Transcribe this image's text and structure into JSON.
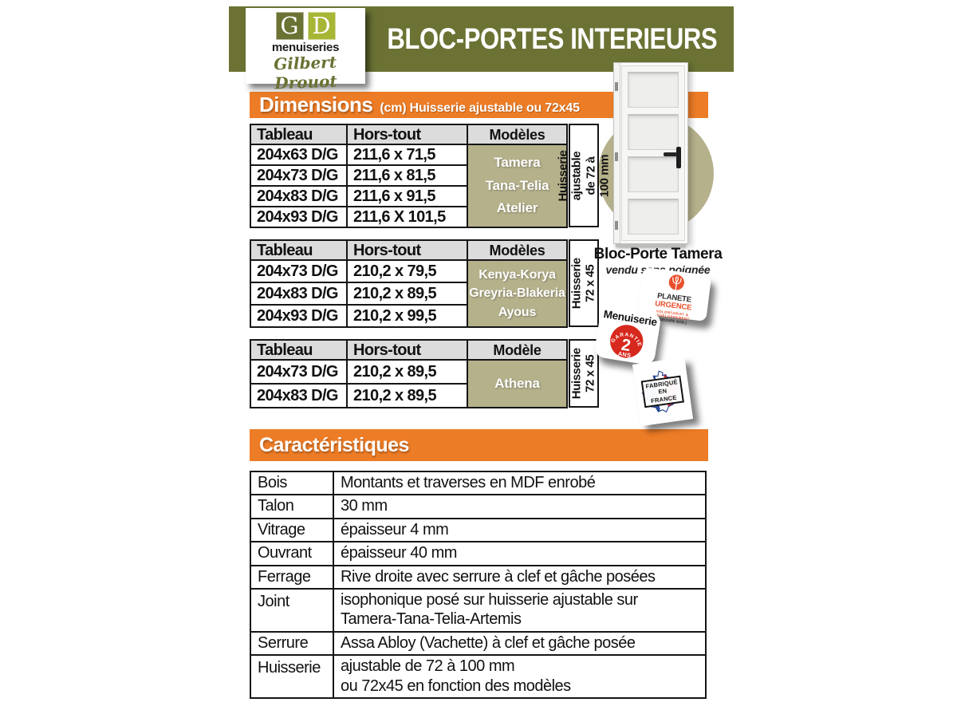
{
  "colors": {
    "olive": "#6b7233",
    "light_green": "#a7b635",
    "orange": "#ed7c26",
    "khaki": "#b5b18b",
    "table_header_gray": "#dcdcdc",
    "badge_red": "#d7281d",
    "france_blue": "#2b4ea2"
  },
  "header": {
    "title": "BLOC-PORTES INTERIEURS",
    "logo": {
      "initial_g": "G",
      "initial_d": "D",
      "subtitle": "menuiseries",
      "signature": "Gilbert Drouot"
    }
  },
  "dimensions": {
    "title": "Dimensions",
    "subtitle": "(cm) Huisserie ajustable ou 72x45",
    "tables": [
      {
        "columns": [
          "Tableau",
          "Hors-tout",
          "Modèles"
        ],
        "rows": [
          [
            "204x63 D/G",
            "211,6 x 71,5"
          ],
          [
            "204x73 D/G",
            "211,6 x 81,5"
          ],
          [
            "204x83 D/G",
            "211,6 x 91,5"
          ],
          [
            "204x93 D/G",
            "211,6 X 101,5"
          ]
        ],
        "models": "Tamera\nTana-Telia\nAtelier",
        "side_label": "Huisserie ajustable\nde 72 à 100 mm"
      },
      {
        "columns": [
          "Tableau",
          "Hors-tout",
          "Modèles"
        ],
        "rows": [
          [
            "204x73 D/G",
            "210,2 x 79,5"
          ],
          [
            "204x83 D/G",
            "210,2 x 89,5"
          ],
          [
            "204x93 D/G",
            "210,2 x 99,5"
          ]
        ],
        "models": "Kenya-Korya\nGreyria-Blakeria\nAyous",
        "side_label": "Huisserie\n72 x 45"
      },
      {
        "columns": [
          "Tableau",
          "Hors-tout",
          "Modèle"
        ],
        "rows": [
          [
            "204x73 D/G",
            "210,2 x 89,5"
          ],
          [
            "204x83 D/G",
            "210,2 x 89,5"
          ]
        ],
        "models": "Athena",
        "side_label": "Huisserie\n72 x 45"
      }
    ]
  },
  "door": {
    "caption_title": "Bloc-Porte Tamera",
    "caption_sub": "vendu sans poignée"
  },
  "badges": {
    "planete": {
      "name1": "PLANETE",
      "name2": "URGENCE",
      "tagline": "VOLONTARIAT & DÉVELOPPEMENT",
      "group": "( GROUPE SOS )"
    },
    "garantie": {
      "title": "Menuiserie",
      "arc": "GARANTIE",
      "number": "2",
      "unit": "ANS"
    },
    "france": {
      "label": "FABRIQUÉ\nEN FRANCE"
    }
  },
  "caracteristiques": {
    "title": "Caractéristiques",
    "rows": [
      {
        "label": "Bois",
        "value": "Montants et traverses en MDF enrobé"
      },
      {
        "label": "Talon",
        "value": "30 mm"
      },
      {
        "label": "Vitrage",
        "value": "épaisseur 4 mm"
      },
      {
        "label": "Ouvrant",
        "value": "épaisseur 40 mm"
      },
      {
        "label": "Ferrage",
        "value": "Rive droite avec serrure à clef et gâche posées"
      },
      {
        "label": "Joint",
        "value": "isophonique posé sur huisserie ajustable sur\nTamera-Tana-Telia-Artemis"
      },
      {
        "label": "Serrure",
        "value": "Assa Abloy (Vachette) à clef et gâche posée"
      },
      {
        "label": "Huisserie",
        "value": "ajustable de 72 à 100 mm\nou 72x45 en fonction des modèles"
      }
    ]
  }
}
